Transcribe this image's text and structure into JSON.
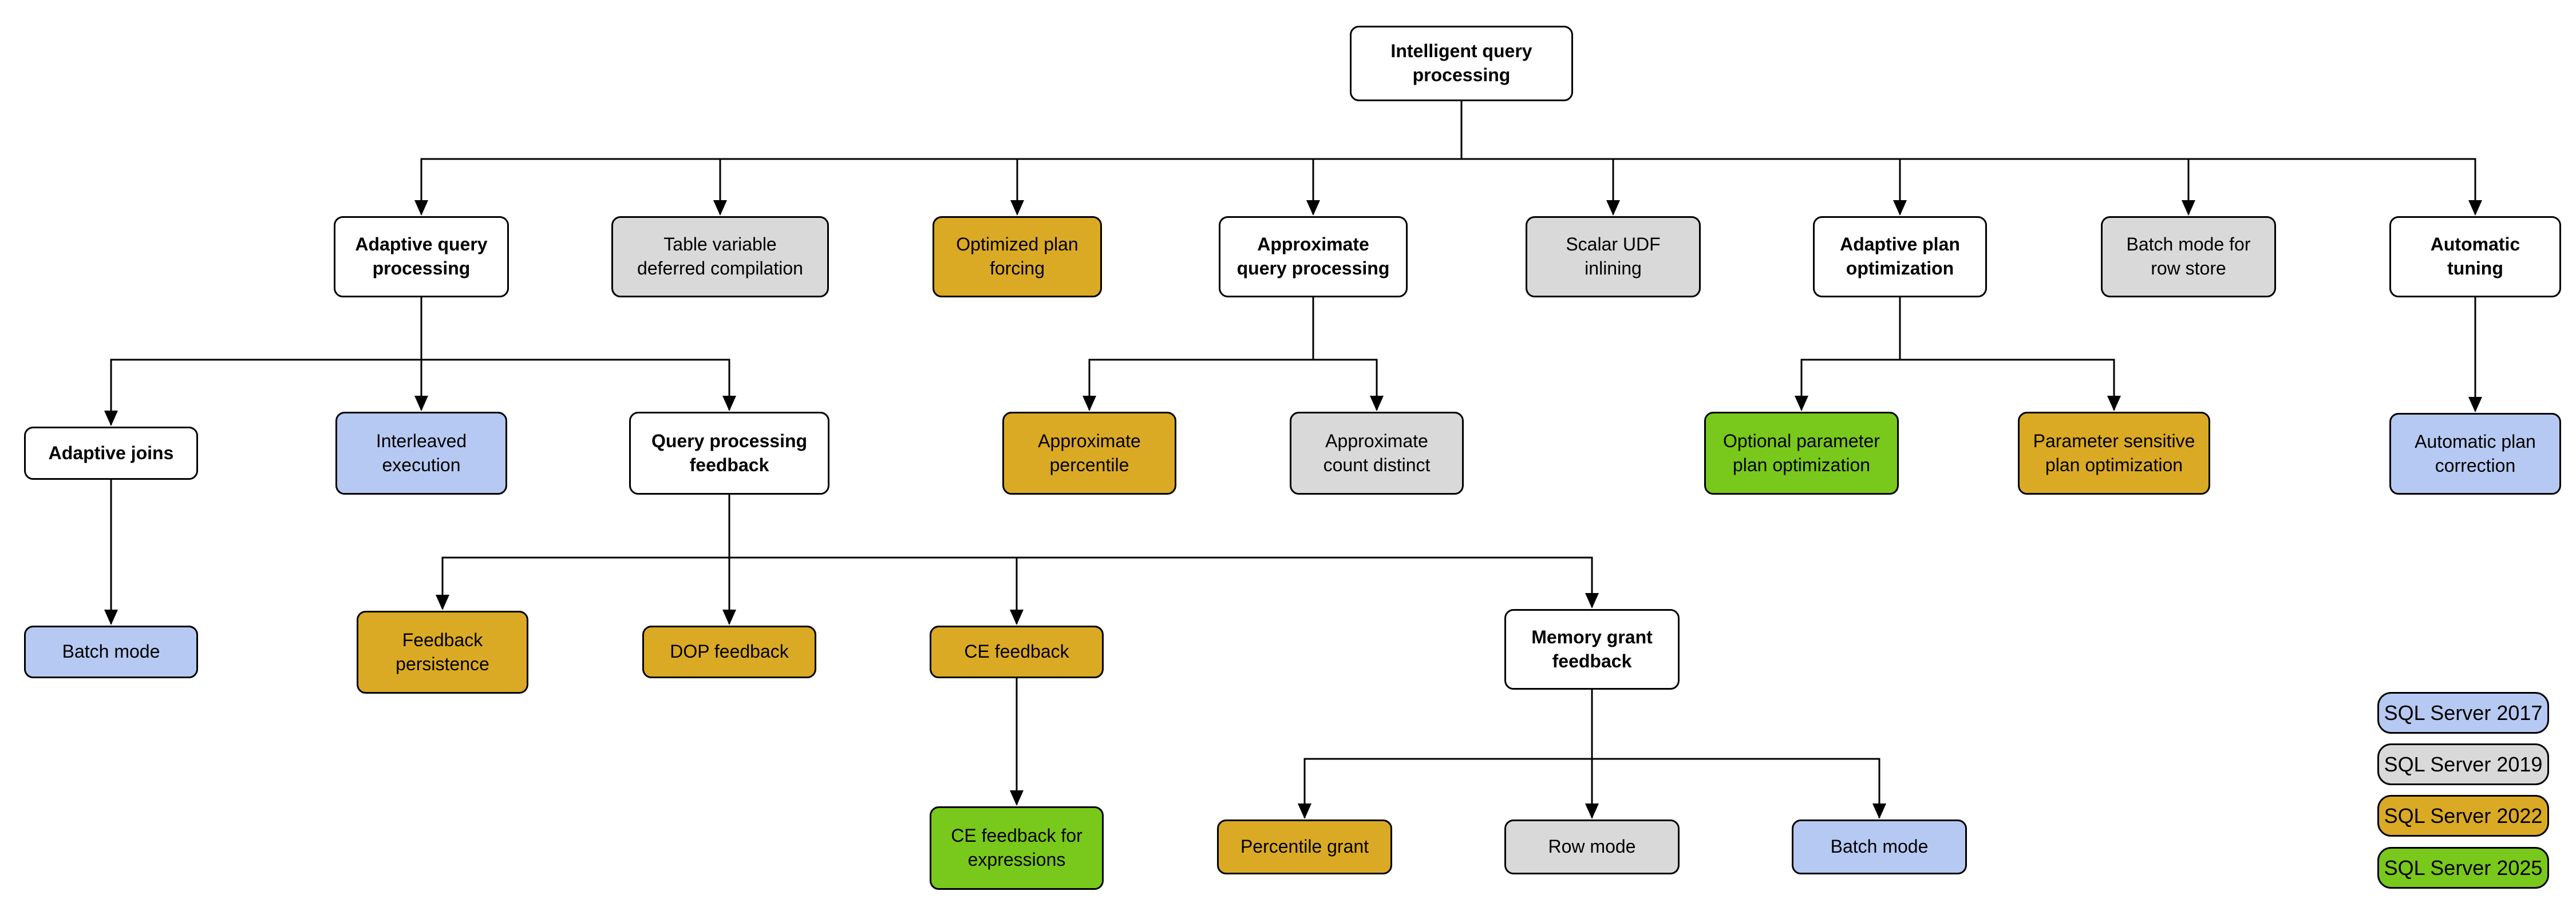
{
  "diagram": {
    "colors": {
      "2017": "#b6c9f2",
      "2019": "#d9d9d9",
      "2022": "#dbaa24",
      "2025": "#79c81c",
      "default": "#ffffff"
    },
    "nodes": [
      {
        "id": "iqp",
        "label": "Intelligent query\nprocessing",
        "version": null
      },
      {
        "id": "aqp",
        "label": "Adaptive query\nprocessing",
        "version": null
      },
      {
        "id": "tvdc",
        "label": "Table variable\ndeferred compilation",
        "version": "2019"
      },
      {
        "id": "opf",
        "label": "Optimized plan\nforcing",
        "version": "2022"
      },
      {
        "id": "axqp",
        "label": "Approximate\nquery processing",
        "version": null
      },
      {
        "id": "sudf",
        "label": "Scalar UDF\ninlining",
        "version": "2019"
      },
      {
        "id": "apo",
        "label": "Adaptive plan\noptimization",
        "version": null
      },
      {
        "id": "bmrs",
        "label": "Batch mode for\nrow store",
        "version": "2019"
      },
      {
        "id": "at",
        "label": "Automatic\ntuning",
        "version": null
      },
      {
        "id": "aj",
        "label": "Adaptive joins",
        "version": null
      },
      {
        "id": "ie",
        "label": "Interleaved\nexecution",
        "version": "2017"
      },
      {
        "id": "qpf",
        "label": "Query processing\nfeedback",
        "version": null
      },
      {
        "id": "ap",
        "label": "Approximate\npercentile",
        "version": "2022"
      },
      {
        "id": "acd",
        "label": "Approximate\ncount distinct",
        "version": "2019"
      },
      {
        "id": "oppo",
        "label": "Optional parameter\nplan optimization",
        "version": "2025"
      },
      {
        "id": "pspo",
        "label": "Parameter sensitive\nplan optimization",
        "version": "2022"
      },
      {
        "id": "apc",
        "label": "Automatic plan\ncorrection",
        "version": "2017"
      },
      {
        "id": "bm1",
        "label": "Batch mode",
        "version": "2017"
      },
      {
        "id": "fp",
        "label": "Feedback\npersistence",
        "version": "2022"
      },
      {
        "id": "dopf",
        "label": "DOP feedback",
        "version": "2022"
      },
      {
        "id": "cef",
        "label": "CE feedback",
        "version": "2022"
      },
      {
        "id": "mgf",
        "label": "Memory grant\nfeedback",
        "version": null
      },
      {
        "id": "cefe",
        "label": "CE feedback for\nexpressions",
        "version": "2025"
      },
      {
        "id": "pg",
        "label": "Percentile grant",
        "version": "2022"
      },
      {
        "id": "rm",
        "label": "Row mode",
        "version": "2019"
      },
      {
        "id": "bm2",
        "label": "Batch mode",
        "version": "2017"
      }
    ],
    "edges": [
      {
        "from": "iqp",
        "to": [
          "aqp",
          "tvdc",
          "opf",
          "axqp",
          "sudf",
          "apo",
          "bmrs",
          "at"
        ]
      },
      {
        "from": "aqp",
        "to": [
          "aj",
          "ie",
          "qpf"
        ]
      },
      {
        "from": "axqp",
        "to": [
          "ap",
          "acd"
        ]
      },
      {
        "from": "apo",
        "to": [
          "oppo",
          "pspo"
        ]
      },
      {
        "from": "at",
        "to": [
          "apc"
        ]
      },
      {
        "from": "aj",
        "to": [
          "bm1"
        ]
      },
      {
        "from": "qpf",
        "to": [
          "fp",
          "dopf",
          "cef",
          "mgf"
        ]
      },
      {
        "from": "cef",
        "to": [
          "cefe"
        ]
      },
      {
        "from": "mgf",
        "to": [
          "pg",
          "rm",
          "bm2"
        ]
      }
    ],
    "legend": [
      {
        "label": "SQL Server 2017",
        "version": "2017"
      },
      {
        "label": "SQL Server 2019",
        "version": "2019"
      },
      {
        "label": "SQL Server 2022",
        "version": "2022"
      },
      {
        "label": "SQL Server 2025",
        "version": "2025"
      }
    ]
  }
}
